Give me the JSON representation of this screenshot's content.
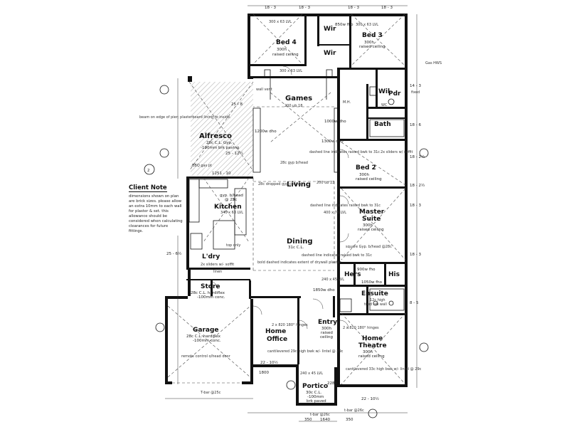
{
  "rooms": {
    "bed4": {
      "name": "Bed 4",
      "lines": [
        "300h",
        "raised ceiling"
      ],
      "dims": [
        "300 x 63 LVL",
        "300 x 63 LVL"
      ]
    },
    "wir1": {
      "name": "Wir"
    },
    "wir2": {
      "name": "Wir"
    },
    "bed3": {
      "name": "Bed 3",
      "lines": [
        "300h",
        "raised ceiling"
      ],
      "dims": [
        "300 x 63 LVL"
      ]
    },
    "wil": {
      "name": "Wil"
    },
    "pdr": {
      "name": "Pdr"
    },
    "bath": {
      "name": "Bath"
    },
    "games": {
      "name": "Games"
    },
    "alfresco": {
      "name": "Alfresco",
      "lines": [
        "28c C.L. Gyp.",
        "-100mm brk paving"
      ]
    },
    "bed2": {
      "name": "Bed 2",
      "lines": [
        "300h",
        "raised ceiling"
      ]
    },
    "living": {
      "name": "Living"
    },
    "kitchen": {
      "name": "Kitchen",
      "lines": [
        "gyp. b/head",
        "@ 25c"
      ]
    },
    "master": {
      "name": "Master",
      "name2": "Suite",
      "lines": [
        "300h",
        "raised ceiling"
      ]
    },
    "dining": {
      "name": "Dining",
      "lines": [
        "31c C.L."
      ]
    },
    "ldry": {
      "name": "L'dry"
    },
    "hers": {
      "name": "Hers"
    },
    "his": {
      "name": "His"
    },
    "ensuite": {
      "name": "Ensuite",
      "lines": [
        "12c high",
        "tiled nib wall"
      ]
    },
    "store": {
      "name": "Store",
      "lines": [
        "28c C.L. hardiflex",
        "-100mm conc."
      ]
    },
    "entry": {
      "name": "Entry",
      "lines": [
        "300h",
        "raised",
        "ceiling"
      ]
    },
    "homeoffice": {
      "name": "Home",
      "name2": "Office"
    },
    "hometheatre": {
      "name": "Home",
      "name2": "Theatre",
      "lines": [
        "300h",
        "raised ceiling"
      ]
    },
    "garage": {
      "name": "Garage",
      "lines": [
        "28c C.L. hardiflex",
        "-100mm conc."
      ]
    },
    "portico": {
      "name": "Portico",
      "lines": [
        "30c C.L.",
        "-100mm",
        "brk paved"
      ]
    }
  },
  "client_note": {
    "title": "Client Note",
    "body": "dimensions shown on plan are brick sizes. please allow an extra 10mm to each wall for plaster & set. this allowance should be considered when calculating clearances for future fittings."
  },
  "annotations": {
    "beam": "beam on edge of pier; plasterboard lining to inside.",
    "wall_vent": "wall vent",
    "dashed1": "dashed line indicates raised bwk to 31c",
    "dashed2": "dashed line indicates raised bwk to 31c",
    "dashed3": "dashed line indicates raised bwk to 31c",
    "bold_dashed": "bold dashed indicates extent of drywall plaster",
    "square_gyp": "square Gyp. b/head @28c",
    "cantilevered1": "cantilevered 29c high bwk w/- lintel @ 29c",
    "cantilevered2": "cantilevered 33c high bwk w/- lintel @ 29c",
    "remote": "remote control o/head door",
    "sliders1": "2x sliders w/ soffit",
    "sliders2": "2x sliders w/- soffit",
    "gas_hws": "Gas HWS",
    "gyp_bhead": "28c gyp b/head",
    "dropped": "28c dropped gyp ceiling",
    "top_only": "top only",
    "linen": "linen",
    "bbq": "BBQ gas pt",
    "hinges1": "2 x 820 180° hinges",
    "hinges2": "2 x 820 180° hinges",
    "tbar1": "T-bar @25c",
    "tbar2": "t-bar @26c",
    "tbar3": "t-bar @26c",
    "lintel_480": "400 x 75 LVL",
    "lintel_340": "340 x 63 LVL",
    "lintel_240": "240 x 45 LVL",
    "lintel_240b": "240 x 45 LVL",
    "ub1": "200 ub 18",
    "ub2": "200 ub 22",
    "wc": "WC",
    "fixed": "fixed",
    "mh": "M.H."
  },
  "dimensions": {
    "top": [
      "18 - 3",
      "18 - 3",
      "18 - 3",
      "18 - 3"
    ],
    "right": [
      "14 - 3",
      "18 - 6",
      "18 - 2½",
      "18 - 2½",
      "18 - 3",
      "18 - 3",
      "8 - 5"
    ],
    "left": [
      "25 - 8",
      "25 - 12½",
      "25 - 6½",
      "1251 - 10"
    ],
    "bottom": [
      "22 - 10½",
      "22 - 10½",
      "1640",
      "350",
      "350"
    ],
    "misc": [
      "1200w dho",
      "1000w dho",
      "1300w dho",
      "900w fho",
      "850w fho",
      "1050w fho",
      "1850w dho",
      "2280",
      "1800"
    ]
  },
  "markers": {
    "section": "2"
  }
}
